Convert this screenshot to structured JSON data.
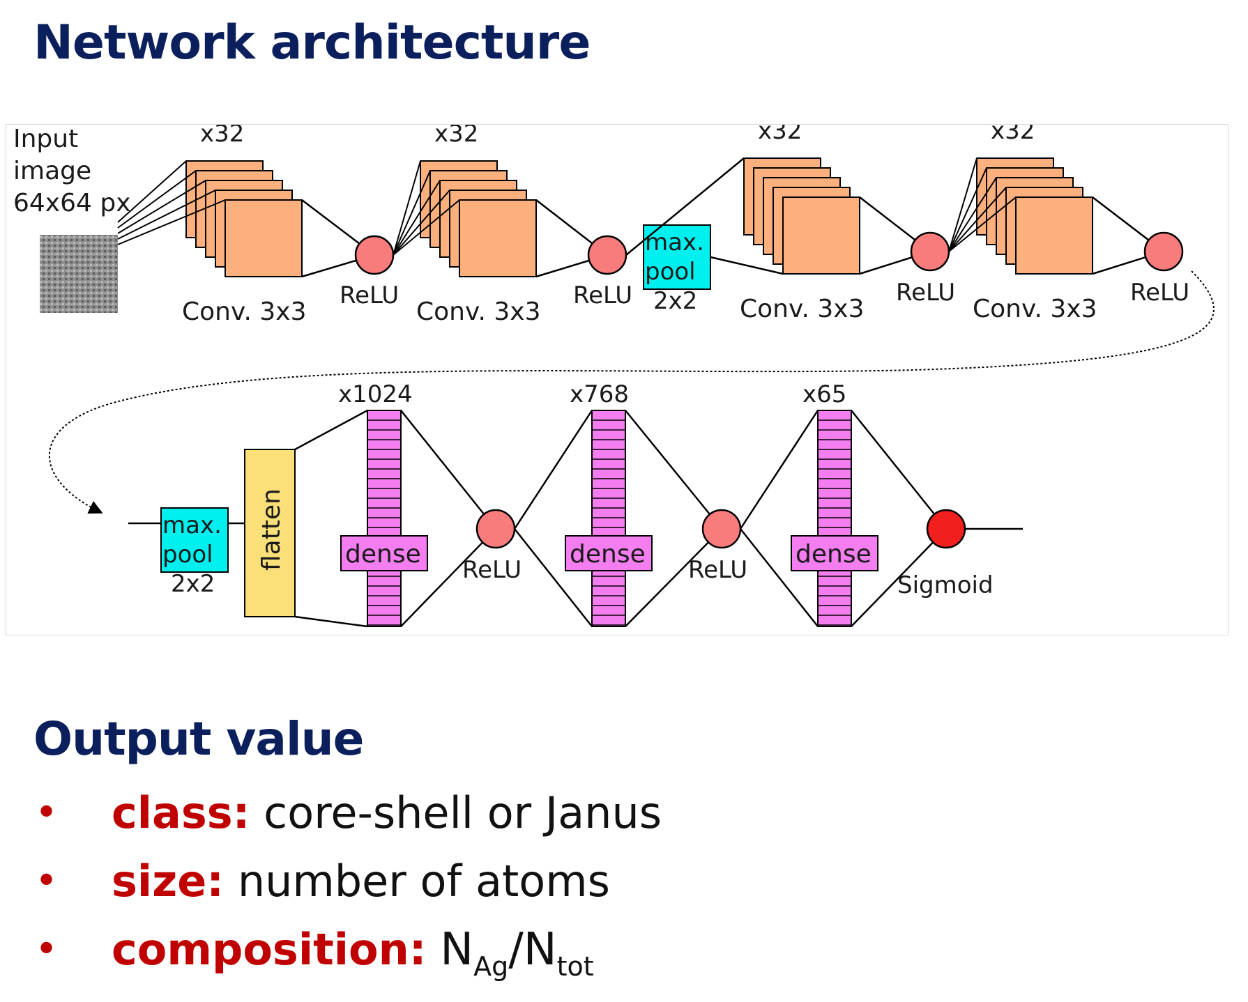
{
  "title": "Network architecture",
  "diagram": {
    "input_label": [
      "Input",
      "image",
      "64x64 px"
    ],
    "row1": [
      {
        "kind": "conv",
        "count": "x32",
        "label": "Conv. 3x3"
      },
      {
        "kind": "act",
        "label": "ReLU"
      },
      {
        "kind": "conv",
        "count": "x32",
        "label": "Conv. 3x3"
      },
      {
        "kind": "act",
        "label": "ReLU"
      },
      {
        "kind": "pool",
        "text": [
          "max.",
          "pool"
        ],
        "label": "2x2"
      },
      {
        "kind": "conv",
        "count": "x32",
        "label": "Conv. 3x3"
      },
      {
        "kind": "act",
        "label": "ReLU"
      },
      {
        "kind": "conv",
        "count": "x32",
        "label": "Conv. 3x3"
      },
      {
        "kind": "act",
        "label": "ReLU"
      }
    ],
    "row2": [
      {
        "kind": "pool",
        "text": [
          "max.",
          "pool"
        ],
        "label": "2x2"
      },
      {
        "kind": "flatten",
        "text": "flatten"
      },
      {
        "kind": "dense",
        "count": "x1024",
        "text": "dense"
      },
      {
        "kind": "act",
        "label": "ReLU"
      },
      {
        "kind": "dense",
        "count": "x768",
        "text": "dense"
      },
      {
        "kind": "act",
        "label": "ReLU"
      },
      {
        "kind": "dense",
        "count": "x65",
        "text": "dense"
      },
      {
        "kind": "output",
        "label": "Sigmoid"
      }
    ],
    "colors": {
      "conv": "#fbb07e",
      "relu": "#f87c7c",
      "pool": "#00f0f0",
      "flatten": "#fbe07a",
      "dense": "#f47ef0",
      "sigmoid": "#f21f1f",
      "input_image": "#8a8a8a"
    }
  },
  "output": {
    "heading": "Output value",
    "bullets": [
      {
        "term": "class:",
        "text": "core-shell or Janus"
      },
      {
        "term": "size:",
        "text": "number of atoms"
      },
      {
        "term": "composition:",
        "numerator": "N",
        "numerator_sub": "Ag",
        "slash": "/",
        "denominator": "N",
        "denominator_sub": "tot"
      }
    ]
  }
}
